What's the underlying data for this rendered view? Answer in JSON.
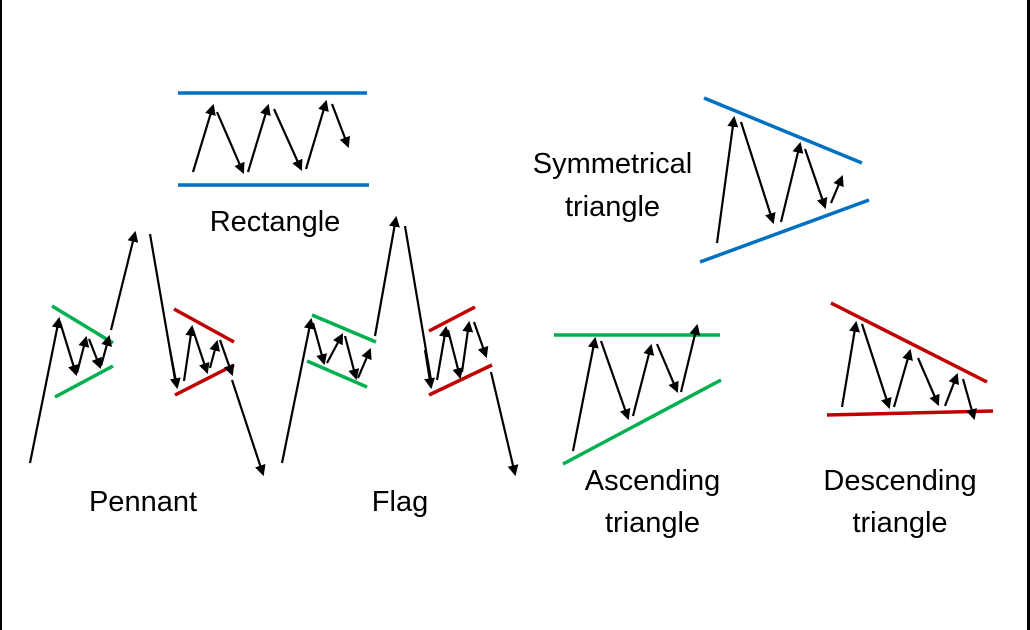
{
  "colors": {
    "resistance_blue": "#0070C0",
    "bullish_green": "#00B050",
    "bearish_red": "#C00000",
    "price_arrow": "#000000"
  },
  "patterns": [
    {
      "id": "rectangle",
      "label_lines": [
        "Rectangle"
      ],
      "boundary_color": "blue",
      "kind": "continuation/neutral"
    },
    {
      "id": "symmetrical-triangle",
      "label_lines": [
        "Symmetrical",
        "triangle"
      ],
      "boundary_color": "blue",
      "kind": "neutral"
    },
    {
      "id": "pennant",
      "label_lines": [
        "Pennant"
      ],
      "variants": [
        "bullish (green)",
        "bearish (red)"
      ]
    },
    {
      "id": "flag",
      "label_lines": [
        "Flag"
      ],
      "variants": [
        "bullish (green)",
        "bearish (red)"
      ]
    },
    {
      "id": "ascending-triangle",
      "label_lines": [
        "Ascending",
        "triangle"
      ],
      "boundary_color": "green",
      "breakout": "up"
    },
    {
      "id": "descending-triangle",
      "label_lines": [
        "Descending",
        "triangle"
      ],
      "boundary_color": "red",
      "breakout": "down"
    }
  ],
  "labels": {
    "rectangle": "Rectangle",
    "symmetrical_1": "Symmetrical",
    "symmetrical_2": "triangle",
    "pennant": "Pennant",
    "flag": "Flag",
    "ascending_1": "Ascending",
    "ascending_2": "triangle",
    "descending_1": "Descending",
    "descending_2": "triangle"
  }
}
